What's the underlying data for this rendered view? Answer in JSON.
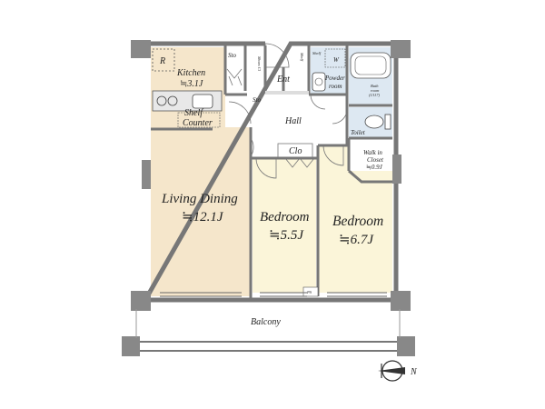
{
  "rooms": {
    "kitchen": {
      "name": "Kitchen",
      "area": "≒3.1J"
    },
    "living": {
      "name": "Living Dining",
      "area": "≒12.1J"
    },
    "bedroom1": {
      "name": "Bedroom",
      "area": "≒5.5J"
    },
    "bedroom2": {
      "name": "Bedroom",
      "area": "≒6.7J"
    },
    "walkin": {
      "name_line1": "Walk in",
      "name_line2": "Closet",
      "area": "≒0.9J"
    },
    "bath": {
      "name_line1": "Bath",
      "name_line2": "room",
      "area": "(1317)"
    },
    "powder": {
      "name_line1": "Powder",
      "name_line2": "room"
    }
  },
  "labels": {
    "refrigerator": "R",
    "storage_top": "Sto",
    "shoes_cl": "Shoes Cl",
    "storage_small": "Sto",
    "entrance": "Ent",
    "shelf_left": "Shelf",
    "shelf_counter": "Shelf",
    "counter": "Counter",
    "washer": "W",
    "hall": "Hall",
    "closet": "Clo",
    "toilet": "Toilet",
    "pipe_space": "PS",
    "balcony": "Balcony",
    "shelf_powder": "Shelf"
  },
  "compass": {
    "north_label": "N"
  },
  "colors": {
    "living_floor": "#f5e6cb",
    "bedroom_floor": "#fbf5d9",
    "wall": "#888888",
    "wet_area": "#dde8f2"
  }
}
